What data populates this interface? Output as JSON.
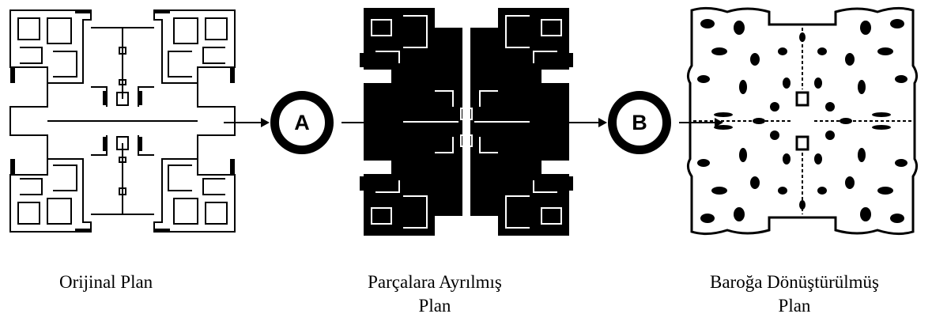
{
  "nodes": {
    "a": "A",
    "b": "B"
  },
  "captions": {
    "original_line1": "Orijinal Plan",
    "fragmented_line1": "Parçalara Ayrılmış",
    "fragmented_line2": "Plan",
    "baroque_line1": "Baroğa Dönüştürülmüş",
    "baroque_line2": "Plan"
  }
}
